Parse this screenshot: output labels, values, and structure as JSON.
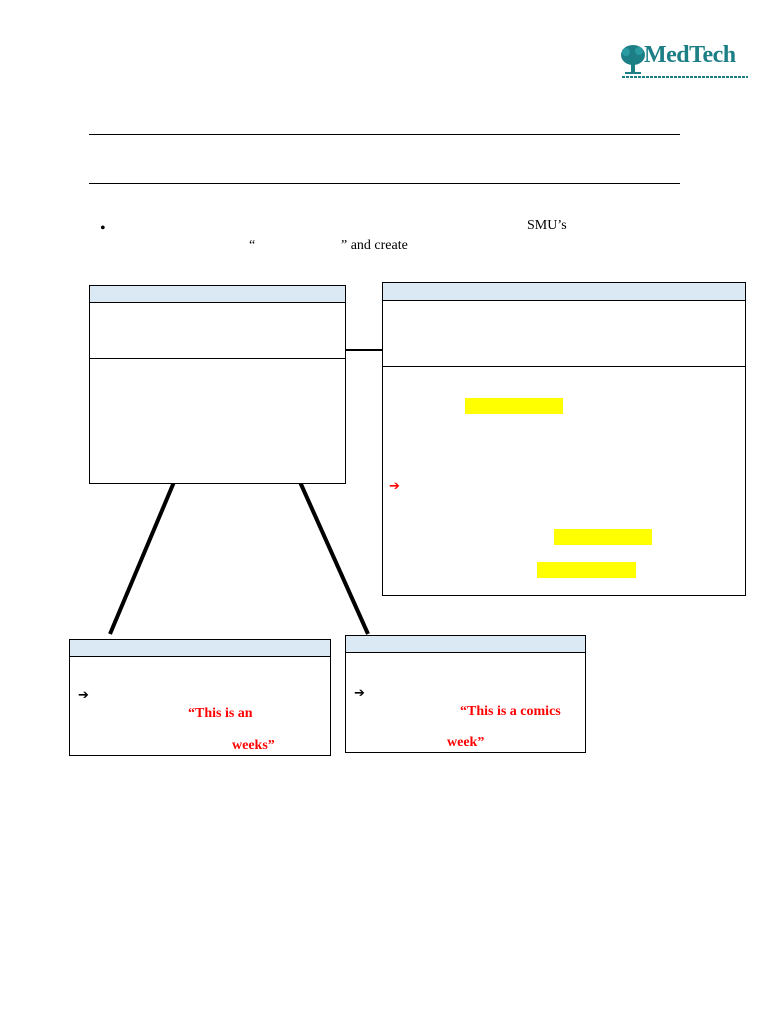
{
  "logo": {
    "text": "MedTech",
    "icon": "tree-icon"
  },
  "body": {
    "bullet_line1_right": "SMU’s",
    "bullet_line2_open_quote": "“",
    "bullet_line2_close": "” and create"
  },
  "diagram": {
    "left_child": {
      "arrow": "➔",
      "red_line1": "“This is an",
      "red_line2": "weeks”"
    },
    "right_child": {
      "arrow": "➔",
      "red_line1": "“This is a comics",
      "red_line2": "week”"
    },
    "right_box": {
      "arrow": "➔"
    }
  },
  "colors": {
    "highlight": "#ffff00",
    "header_fill": "#dae9f3",
    "red_text": "#ff0000",
    "logo": "#1d7f86"
  }
}
